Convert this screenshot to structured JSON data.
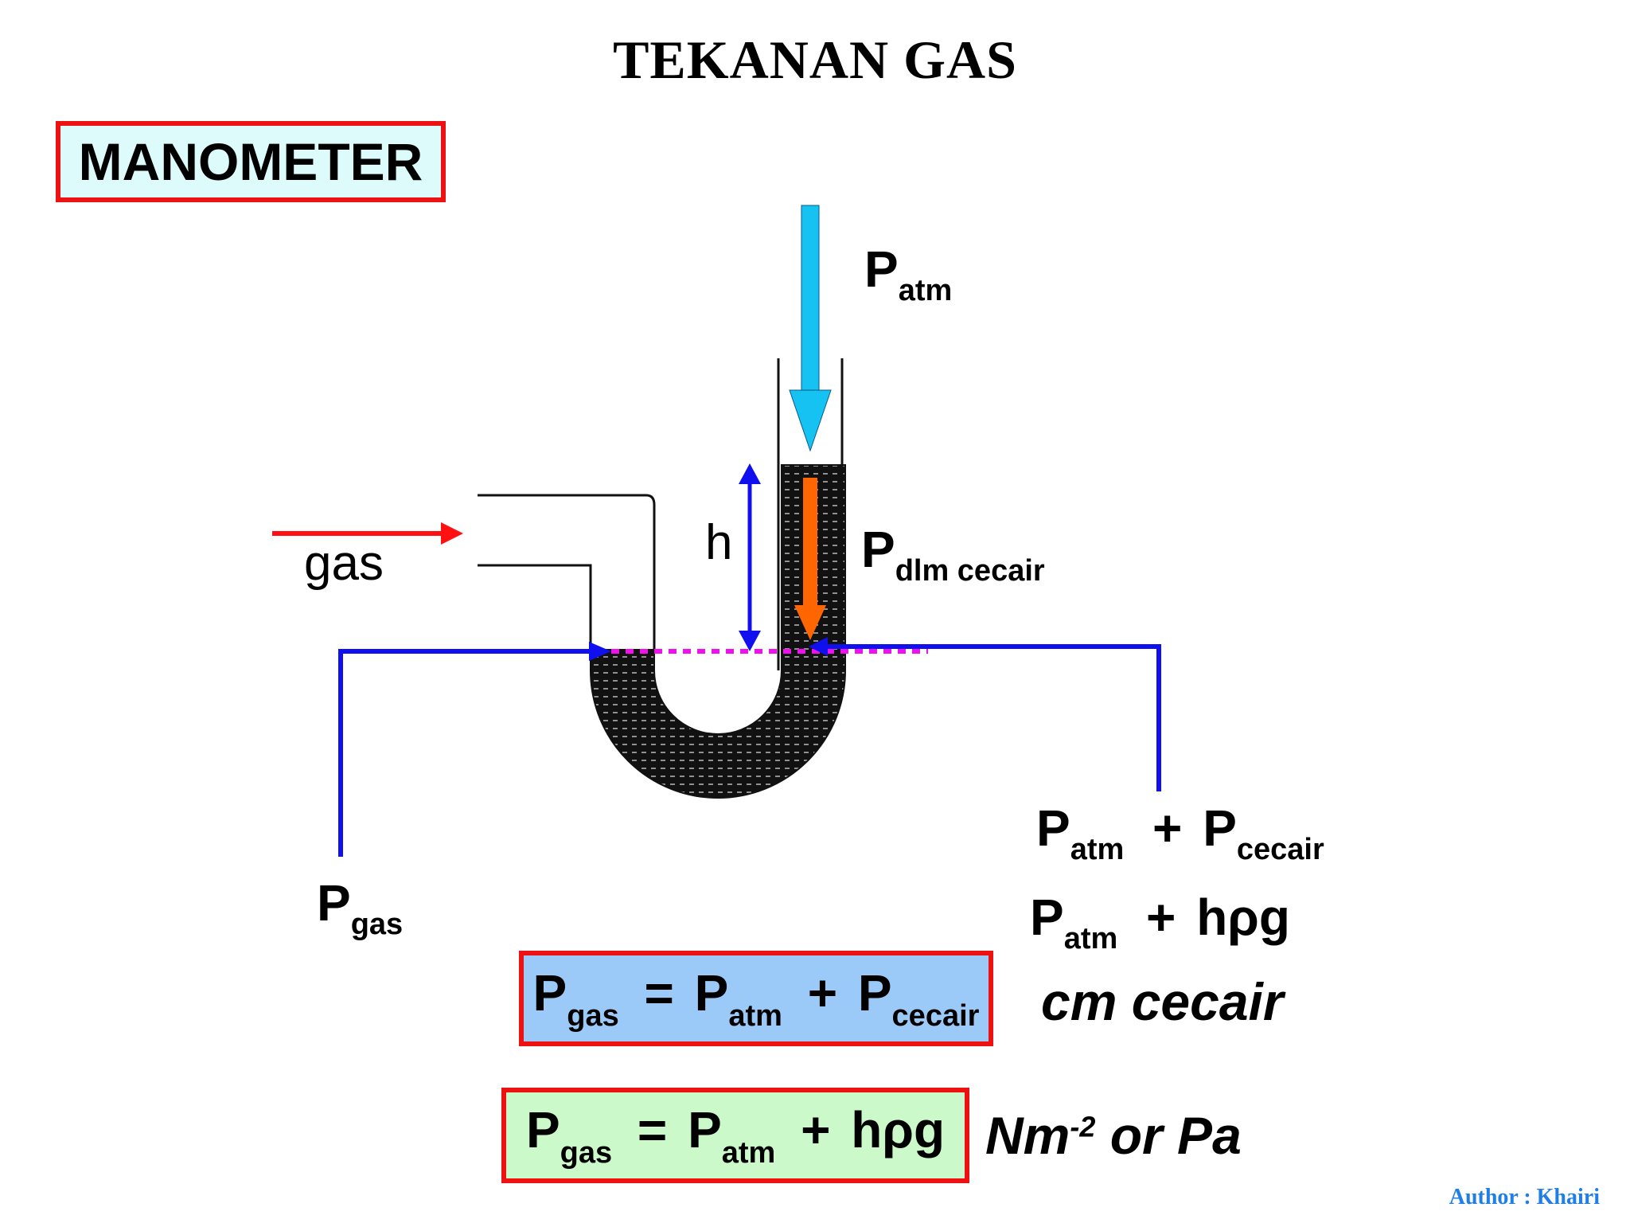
{
  "title": "TEKANAN GAS",
  "box_label": "MANOMETER",
  "labels": {
    "gas": "gas",
    "h": "h",
    "P": "P",
    "atm_sub": "atm",
    "dlm_cecair_sub": "dlm cecair",
    "gas_sub": "gas",
    "cecair_sub": "cecair",
    "plus": "+",
    "h_rho_g": "hρg",
    "h_rho": "hρ",
    "g": "g"
  },
  "units": {
    "cm_cecair": "cm cecair",
    "nm": "Nm",
    "nm_exp": "-2",
    "or_pa": " or Pa"
  },
  "equations": {
    "equals": "=",
    "plus": "+"
  },
  "author": "Author : Khairi",
  "colors": {
    "border_red": "#ee1111",
    "arrow_blue": "#1010ee",
    "arrow_cyan": "#15c2f2",
    "arrow_orange": "#ff6600",
    "gas_arrow": "#ff1111",
    "level_line": "#ee11ee",
    "eq1_fill": "#9ccaf8",
    "eq2_fill": "#cbf9c9",
    "author": "#1f7fe6"
  }
}
